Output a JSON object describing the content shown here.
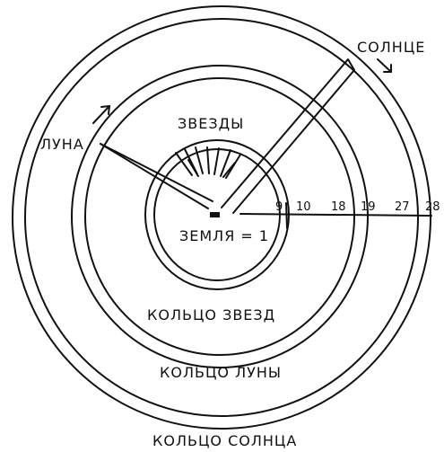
{
  "labels": {
    "sun": "СОЛНЦЕ",
    "moon": "ЛУНА",
    "stars": "ЗВЕЗДЫ",
    "earth": "ЗЕМЛЯ = 1",
    "ring_stars": "КОЛЬЦО ЗВЕЗД",
    "ring_moon": "КОЛЬЦО ЛУНЫ",
    "ring_sun": "КОЛЬЦО СОЛНЦА"
  },
  "distances": [
    "9",
    "10",
    "18",
    "19",
    "27",
    "28"
  ],
  "icons": {
    "sun_arrow": "arrow-up-right-icon",
    "moon_arrow": "arrow-up-right-icon",
    "earth": "earth-icon"
  }
}
